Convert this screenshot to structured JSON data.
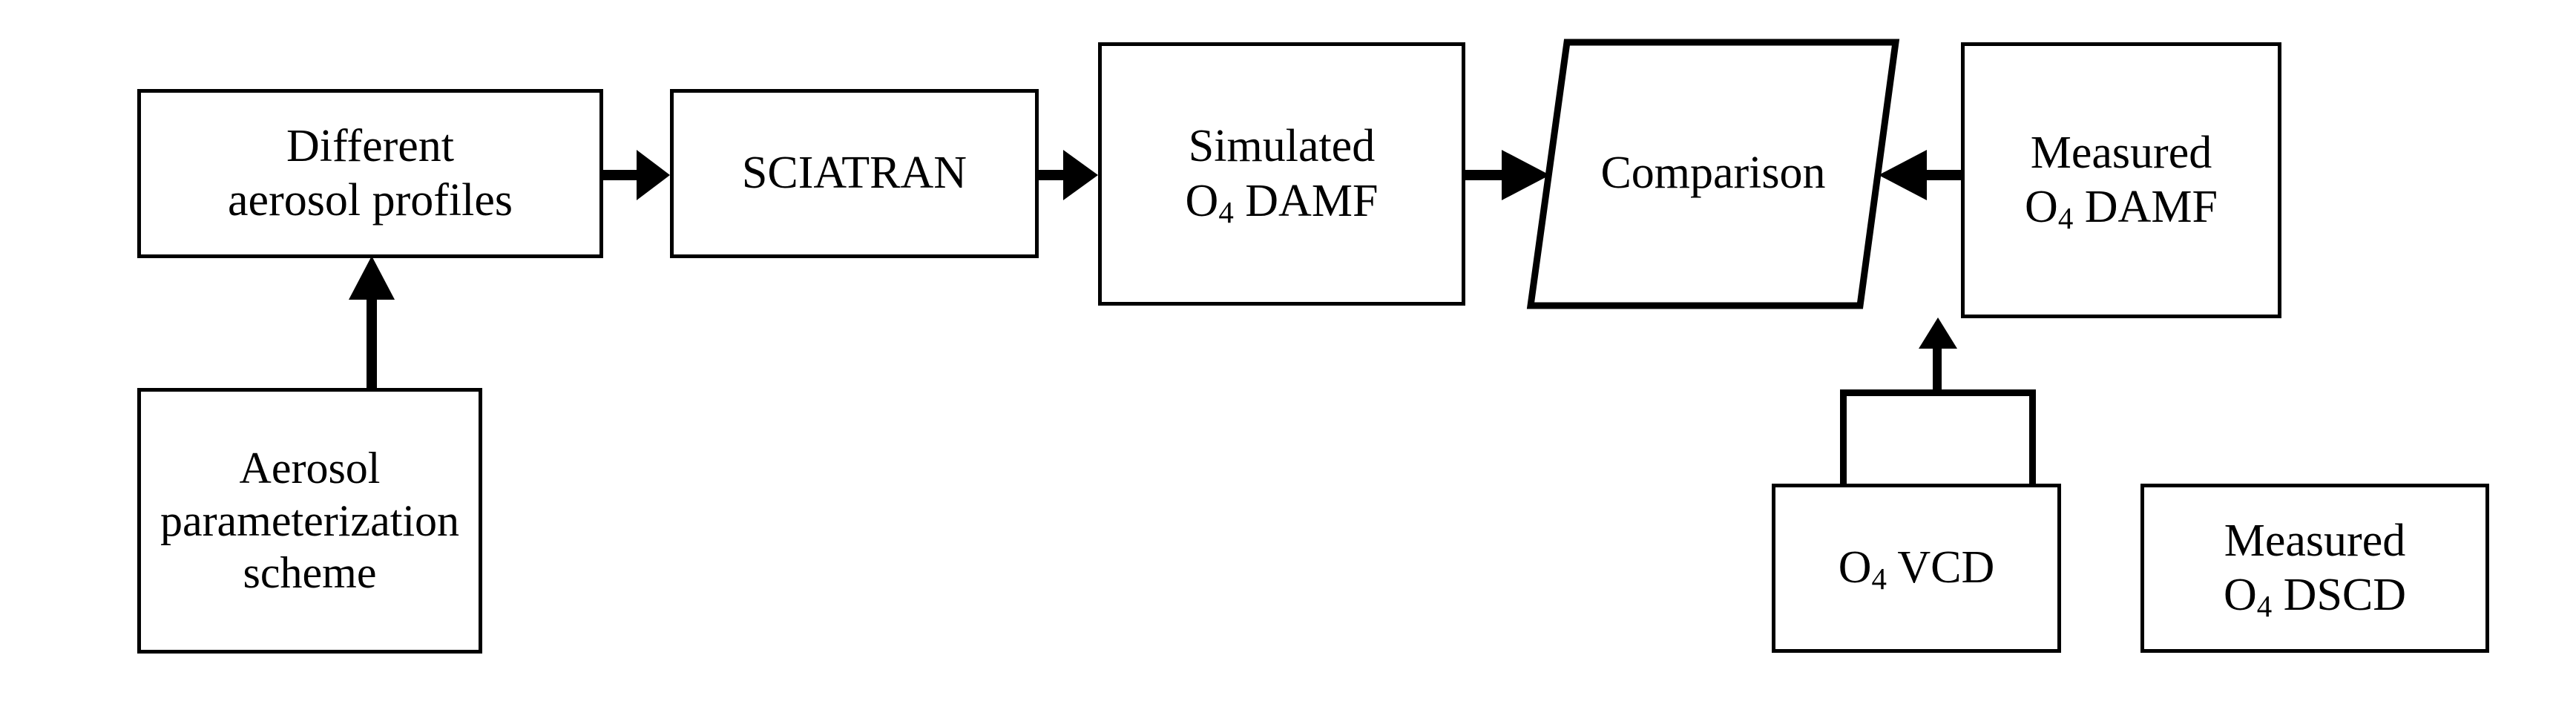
{
  "diagram": {
    "title": "O4 DAMF aerosol profile comparison flowchart",
    "background_color": "#ffffff",
    "stroke_color": "#000000",
    "stroke_width": 5,
    "nodes": [
      {
        "id": "different-aerosol-profiles",
        "shape": "rectangle",
        "line1": "Different",
        "line2": "aerosol profiles"
      },
      {
        "id": "sciatran",
        "shape": "rectangle",
        "line1": "SCIATRAN"
      },
      {
        "id": "simulated-o4-damf",
        "shape": "rectangle",
        "line1": "Simulated",
        "line2_pre": "O",
        "line2_sub": "4",
        "line2_post": " DAMF"
      },
      {
        "id": "comparison",
        "shape": "parallelogram",
        "line1": "Comparison"
      },
      {
        "id": "measured-o4-damf",
        "shape": "rectangle",
        "line1": "Measured",
        "line2_pre": "O",
        "line2_sub": "4",
        "line2_post": " DAMF"
      },
      {
        "id": "aerosol-parameterization-scheme",
        "shape": "rectangle",
        "line1": "Aerosol",
        "line2": "parameterization",
        "line3": "scheme"
      },
      {
        "id": "o4-vcd",
        "shape": "rectangle",
        "line1_pre": "O",
        "line1_sub": "4",
        "line1_post": " VCD"
      },
      {
        "id": "measured-o4-dscd",
        "shape": "rectangle",
        "line1": "Measured",
        "line2_pre": "O",
        "line2_sub": "4",
        "line2_post": " DSCD"
      }
    ],
    "edges": [
      {
        "id": "edge-profiles-to-sciatran",
        "from": "different-aerosol-profiles",
        "to": "sciatran",
        "direction": "right"
      },
      {
        "id": "edge-sciatran-to-simulated",
        "from": "sciatran",
        "to": "simulated-o4-damf",
        "direction": "right"
      },
      {
        "id": "edge-simulated-to-comparison",
        "from": "simulated-o4-damf",
        "to": "comparison",
        "direction": "right"
      },
      {
        "id": "edge-measured-to-comparison",
        "from": "measured-o4-damf",
        "to": "comparison",
        "direction": "left"
      },
      {
        "id": "edge-scheme-to-profiles",
        "from": "aerosol-parameterization-scheme",
        "to": "different-aerosol-profiles",
        "direction": "up"
      },
      {
        "id": "edge-merge-to-measured-damf",
        "from": "o4-vcd, measured-o4-dscd",
        "to": "measured-o4-damf",
        "direction": "up"
      }
    ]
  }
}
